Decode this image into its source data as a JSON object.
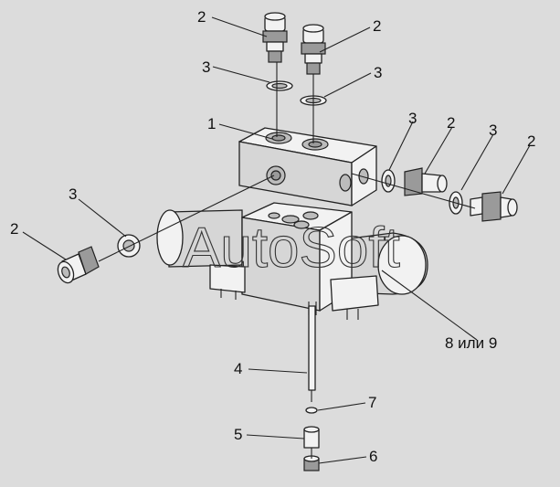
{
  "labels": {
    "top_fitting_left": "2",
    "top_fitting_right": "2",
    "top_ring_left": "3",
    "top_ring_right": "3",
    "block": "1",
    "right_ring_a": "3",
    "right_fitting_a": "2",
    "right_ring_b": "3",
    "right_fitting_b": "2",
    "left_ring": "3",
    "left_fitting": "2",
    "valve": "8 или 9",
    "pin": "4",
    "washer": "7",
    "sleeve": "5",
    "nut": "6"
  },
  "watermark": "AutoSoft"
}
